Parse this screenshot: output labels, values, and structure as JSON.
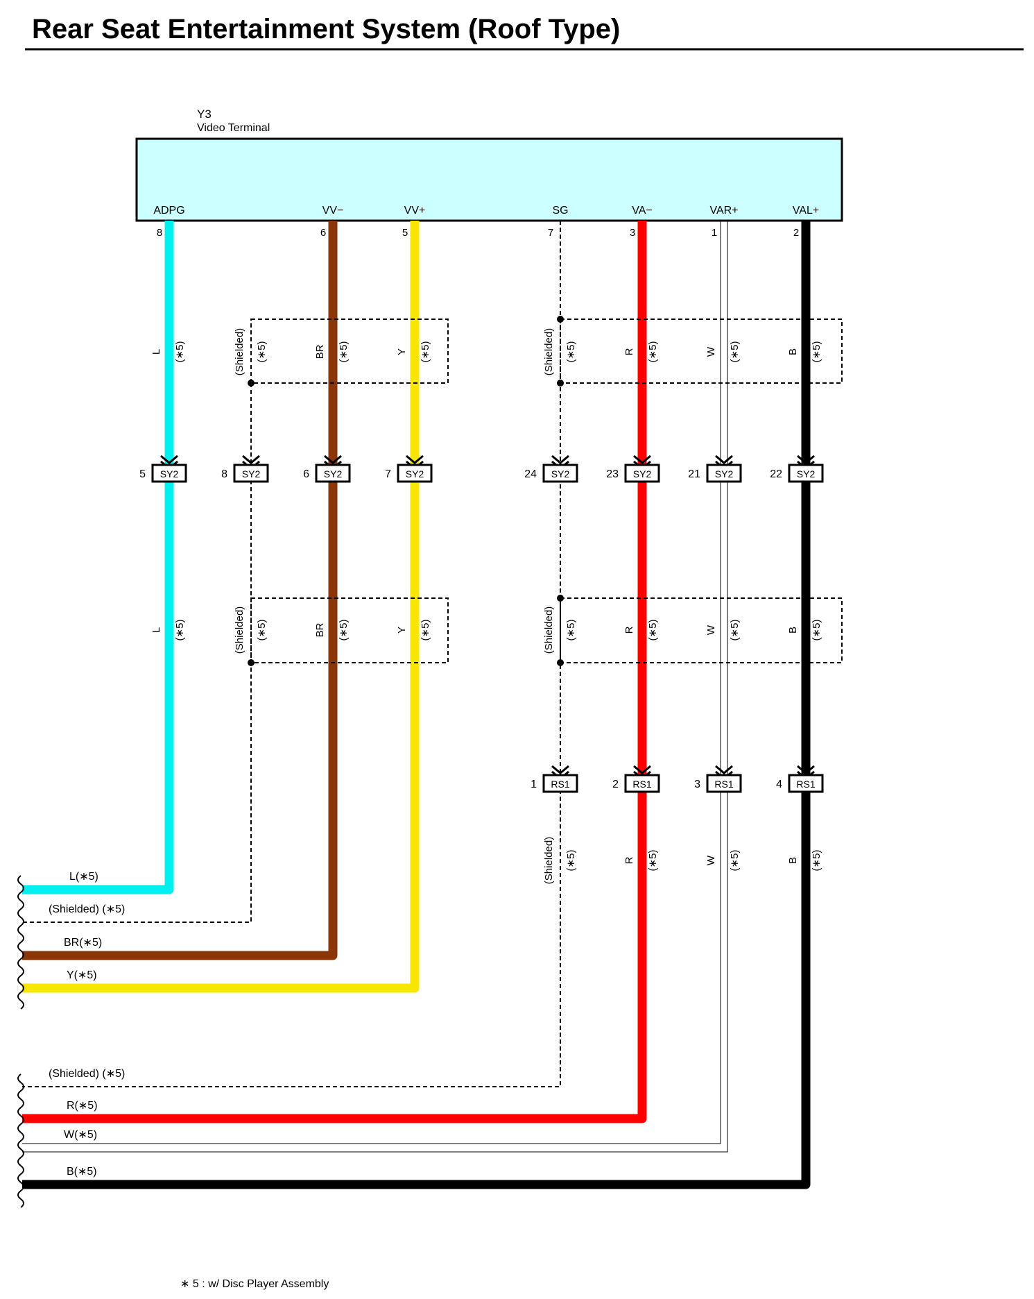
{
  "title": "Rear Seat Entertainment System (Roof Type)",
  "footnote": "∗ 5 : w/ Disc Player Assembly",
  "component": {
    "code": "Y3",
    "name": "Video Terminal"
  },
  "colors": {
    "L": "#00f0f0",
    "BR": "#8b3608",
    "Y": "#f7e600",
    "R": "#ff0000",
    "W": "#ffffff",
    "B": "#000000",
    "component_fill": "#ccffff"
  },
  "shield_label": "(Shielded)",
  "option_mark": "(∗5)",
  "connectors": {
    "sy": "SY2",
    "rs": "RS1"
  },
  "wires": [
    {
      "id": "adpg",
      "pin": "ADPG",
      "pin_no": "8",
      "color": "L",
      "sy_no": "5"
    },
    {
      "id": "shield-v",
      "pin": "",
      "pin_no": "",
      "color": "Shielded",
      "sy_no": "8"
    },
    {
      "id": "vv-minus",
      "pin": "VV−",
      "pin_no": "6",
      "color": "BR",
      "sy_no": "6"
    },
    {
      "id": "vv-plus",
      "pin": "VV+",
      "pin_no": "5",
      "color": "Y",
      "sy_no": "7"
    },
    {
      "id": "sg",
      "pin": "SG",
      "pin_no": "7",
      "color": "Shielded",
      "sy_no": "24",
      "rs_no": "1"
    },
    {
      "id": "va-minus",
      "pin": "VA−",
      "pin_no": "3",
      "color": "R",
      "sy_no": "23",
      "rs_no": "2"
    },
    {
      "id": "var-plus",
      "pin": "VAR+",
      "pin_no": "1",
      "color": "W",
      "sy_no": "21",
      "rs_no": "3"
    },
    {
      "id": "val-plus",
      "pin": "VAL+",
      "pin_no": "2",
      "color": "B",
      "sy_no": "22",
      "rs_no": "4"
    }
  ],
  "bottom_labels": [
    {
      "id": "l",
      "text": "L(∗5)"
    },
    {
      "id": "shield-1",
      "text": "(Shielded) (∗5)"
    },
    {
      "id": "br",
      "text": "BR(∗5)"
    },
    {
      "id": "y",
      "text": "Y(∗5)"
    },
    {
      "id": "shield-2",
      "text": "(Shielded) (∗5)"
    },
    {
      "id": "r",
      "text": "R(∗5)"
    },
    {
      "id": "w",
      "text": "W(∗5)"
    },
    {
      "id": "b",
      "text": "B(∗5)"
    }
  ]
}
